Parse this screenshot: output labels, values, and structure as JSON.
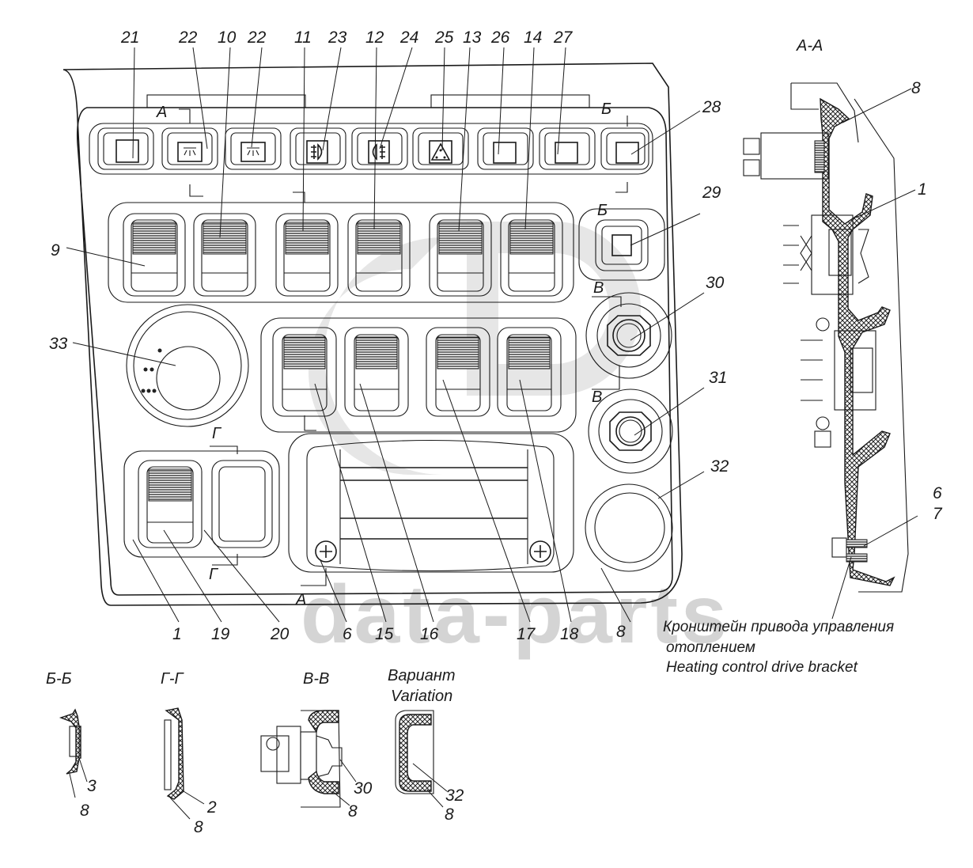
{
  "diagram": {
    "main_view": {
      "top_callouts": [
        "21",
        "22",
        "10",
        "22",
        "11",
        "23",
        "12",
        "24",
        "25",
        "13",
        "26",
        "14",
        "27"
      ],
      "right_callouts": [
        "28",
        "29",
        "30",
        "31",
        "32"
      ],
      "left_callouts": [
        "9",
        "33"
      ],
      "bottom_callouts": [
        "1",
        "19",
        "20",
        "6",
        "15",
        "16",
        "17",
        "18",
        "8"
      ],
      "section_marks": {
        "a_top": "А",
        "a_bottom": "А",
        "b_top": "Б",
        "b_mid": "Б",
        "v_top": "В",
        "v_bottom": "В",
        "g_top": "Г",
        "g_bottom": "Г"
      },
      "top_buttons": [
        {
          "ref": "21",
          "icon": "blank-square-icon"
        },
        {
          "ref": "22",
          "icon": "interior-lamp-icon"
        },
        {
          "ref": "22",
          "icon": "interior-lamp-icon"
        },
        {
          "ref": "23",
          "icon": "front-fog-light-icon"
        },
        {
          "ref": "24",
          "icon": "rear-fog-light-icon"
        },
        {
          "ref": "25",
          "icon": "hazard-triangle-icon"
        },
        {
          "ref": "26",
          "icon": "blank-square-icon"
        },
        {
          "ref": "27",
          "icon": "blank-square-icon"
        },
        {
          "ref": "28",
          "icon": "blank-square-icon"
        }
      ],
      "rocker_row_1": [
        "9",
        "10",
        "11",
        "12",
        "13",
        "14"
      ],
      "rocker_row_2": [
        "15",
        "16",
        "17",
        "18"
      ],
      "lower_left_switches": [
        "19",
        "20"
      ]
    },
    "section_aa": {
      "title": "А-А",
      "callouts": [
        "8",
        "1",
        "6",
        "7"
      ],
      "caption_ru_line1": "Кронштейн привода управления",
      "caption_ru_line2": "отоплением",
      "caption_en": "Heating control drive bracket"
    },
    "section_bb": {
      "title": "Б-Б",
      "callouts": [
        "3",
        "8"
      ]
    },
    "section_gg": {
      "title": "Г-Г",
      "callouts": [
        "2",
        "8"
      ]
    },
    "section_vv": {
      "title": "В-В",
      "callouts": [
        "30",
        "8"
      ]
    },
    "variation": {
      "title_ru": "Вариант",
      "title_en": "Variation",
      "callouts": [
        "32",
        "8"
      ]
    },
    "watermark": {
      "text": "data-parts"
    }
  }
}
